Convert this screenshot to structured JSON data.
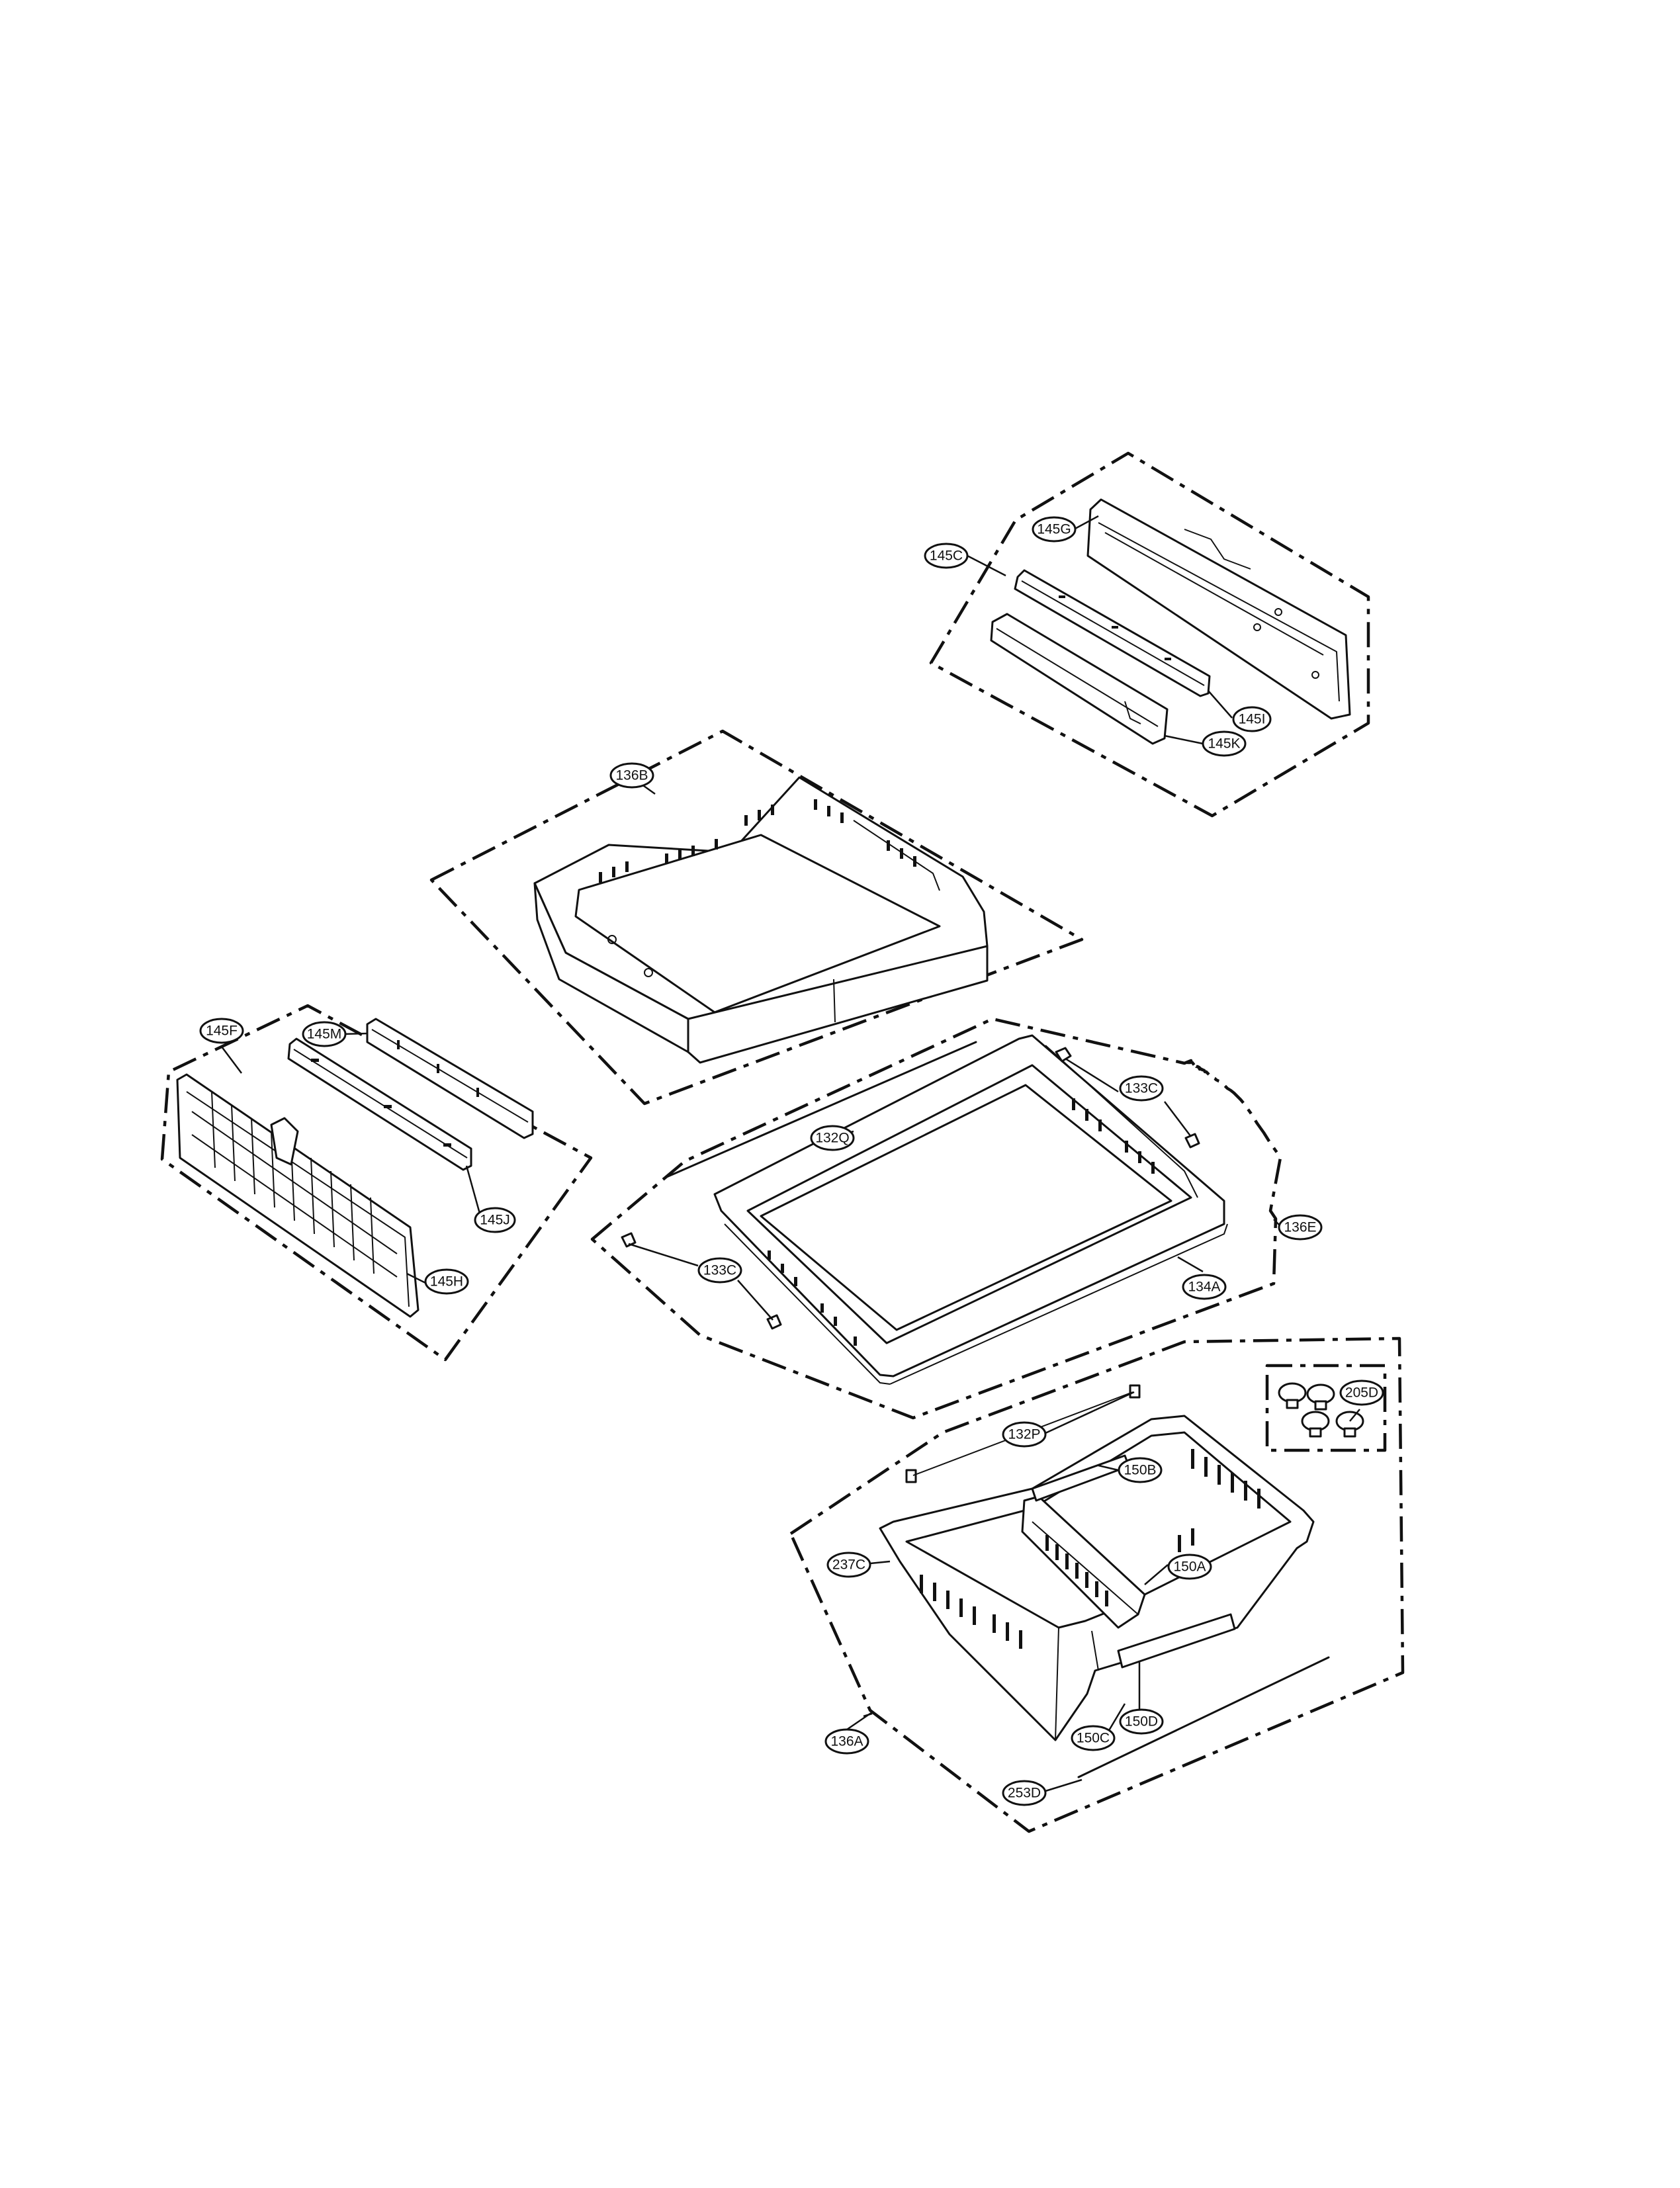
{
  "callouts": {
    "c145C": "145C",
    "c145G": "145G",
    "c145I": "145I",
    "c145K": "145K",
    "c136B": "136B",
    "c145F": "145F",
    "c145M": "145M",
    "c145J": "145J",
    "c145H": "145H",
    "c133C_top": "133C",
    "c132Q": "132Q",
    "c136E": "136E",
    "c133C_bottom": "133C",
    "c134A": "134A",
    "c205D": "205D",
    "c132P": "132P",
    "c150B": "150B",
    "c237C": "237C",
    "c150A": "150A",
    "c150D": "150D",
    "c150C": "150C",
    "c136A": "136A",
    "c253D": "253D"
  }
}
